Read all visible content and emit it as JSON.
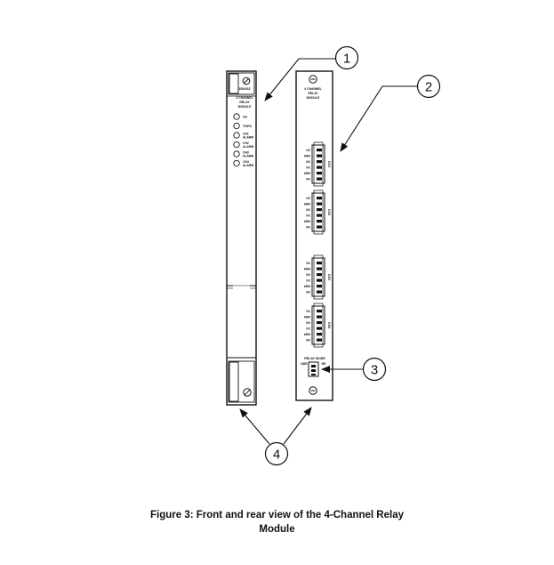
{
  "front_panel": {
    "model": "3500/32",
    "title_lines": [
      "4 CHANNEL",
      "RELAY",
      "MODULE"
    ],
    "leds": [
      {
        "lines": [
          "OK"
        ]
      },
      {
        "lines": [
          "TX/RX"
        ]
      },
      {
        "lines": [
          "CH1",
          "ALARM"
        ]
      },
      {
        "lines": [
          "CH2",
          "ALARM"
        ]
      },
      {
        "lines": [
          "CH3",
          "ALARM"
        ]
      },
      {
        "lines": [
          "CH4",
          "ALARM"
        ]
      }
    ]
  },
  "rear_panel": {
    "title_lines": [
      "4 CHANNEL",
      "RELAY",
      "MODULE"
    ],
    "channels": [
      {
        "label": "CH1",
        "pins": [
          "NC",
          "ARM",
          "NO",
          "NC",
          "ARM",
          "NO"
        ]
      },
      {
        "label": "CH2",
        "pins": [
          "NC",
          "ARM",
          "NO",
          "NC",
          "ARM",
          "NO"
        ]
      },
      {
        "label": "CH3",
        "pins": [
          "NC",
          "ARM",
          "NO",
          "NC",
          "ARM",
          "NO"
        ]
      },
      {
        "label": "CH4",
        "pins": [
          "NC",
          "ARM",
          "NO",
          "NC",
          "ARM",
          "NO"
        ]
      }
    ],
    "relay_mode": {
      "label": "RELAY MODE",
      "left": "NDE",
      "right": "NE"
    }
  },
  "callouts": [
    "1",
    "2",
    "3",
    "4"
  ],
  "caption_lines": [
    "Figure 3: Front and rear view of the 4-Channel Relay",
    "Module"
  ]
}
